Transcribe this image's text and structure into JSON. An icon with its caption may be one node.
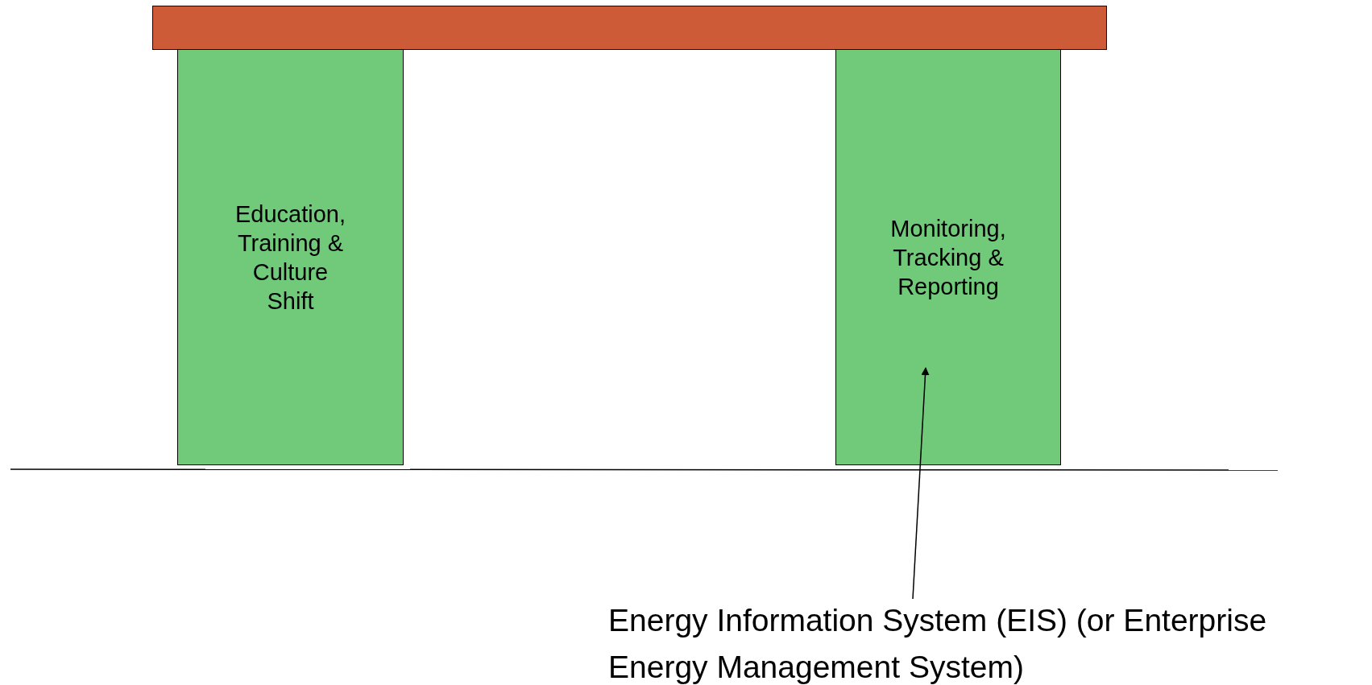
{
  "diagram": {
    "nodes": [
      {
        "text": [],
        "shape": "bar"
      },
      {
        "text": [
          "Education, Training & Culture Shift"
        ]
      },
      {
        "text": [
          "Monitoring, Tracking & Reporting"
        ]
      },
      {
        "text": [
          "Energy Information System (EIS) (or Enterprise Energy Management System)"
        ]
      }
    ],
    "edges": [
      {
        "from": 3,
        "to": 2,
        "arrow": "to"
      }
    ]
  }
}
